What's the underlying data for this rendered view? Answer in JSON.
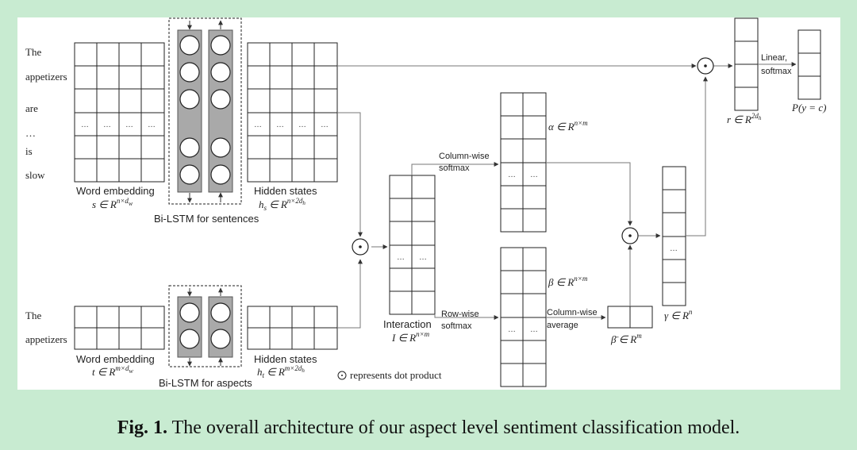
{
  "sentence_words": [
    "The",
    "appetizers",
    "are",
    "…",
    "is",
    "slow"
  ],
  "aspect_words": [
    "The",
    "appetizers"
  ],
  "cell_dots": "…",
  "labels": {
    "word_embedding_s": "Word embedding",
    "word_embedding_s_math": "s ∈ R",
    "word_embedding_s_sup": "n×d",
    "word_embedding_s_sub": "w",
    "hidden_states_s": "Hidden states",
    "hidden_states_s_math_h": "h",
    "hidden_states_s_math_sub": "s",
    "hidden_states_s_math_rest": " ∈ R",
    "hidden_states_s_sup": "n×2d",
    "hidden_states_s_sup_sub": "h",
    "bilstm_sentences": "Bi-LSTM for sentences",
    "word_embedding_t": "Word embedding",
    "word_embedding_t_math": "t ∈ R",
    "word_embedding_t_sup": "m×d",
    "word_embedding_t_sub": "w",
    "hidden_states_t": "Hidden states",
    "hidden_states_t_math_h": "h",
    "hidden_states_t_math_sub": "t",
    "hidden_states_t_math_rest": " ∈ R",
    "hidden_states_t_sup": "m×2d",
    "hidden_states_t_sup_sub": "h",
    "bilstm_aspects": "Bi-LSTM for aspects",
    "dot_legend": "represents dot product",
    "interaction": "Interaction",
    "interaction_math": "I ∈ R",
    "interaction_sup": "n×m",
    "column_wise_softmax_1": "Column-wise",
    "column_wise_softmax_2": "softmax",
    "row_wise_softmax_1": "Row-wise",
    "row_wise_softmax_2": "softmax",
    "alpha": "α ∈ R",
    "alpha_sup": "n×m",
    "beta": "β ∈ R",
    "beta_sup": "n×m",
    "column_wise_average_1": "Column-wise",
    "column_wise_average_2": "average",
    "beta_bar": "β̄ ∈ R",
    "beta_bar_sup": "m",
    "gamma": "γ ∈ R",
    "gamma_sup": "n",
    "r": "r ∈ R",
    "r_sup": "2d",
    "r_sup_sub": "h",
    "linear_softmax_1": "Linear,",
    "linear_softmax_2": "softmax",
    "output": "P(y = c)"
  },
  "caption": {
    "prefix": "Fig. 1.",
    "text": " The overall architecture of our aspect level sentiment classification model."
  }
}
